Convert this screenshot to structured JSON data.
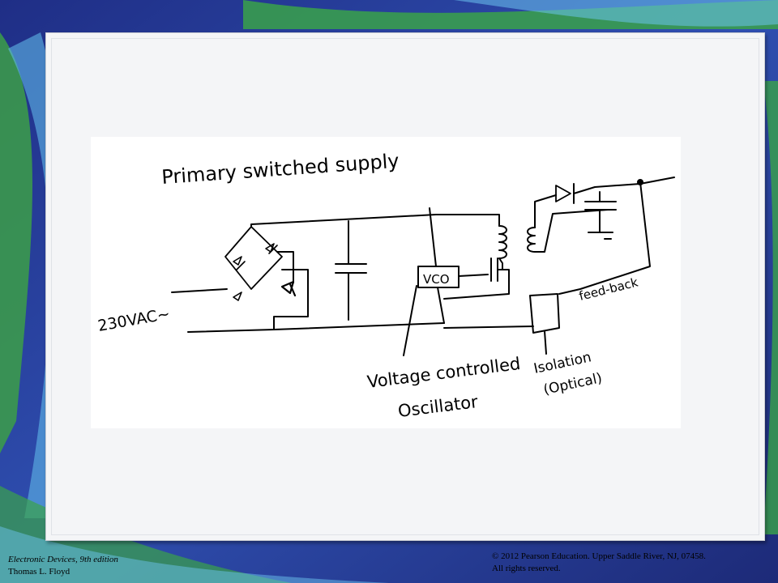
{
  "diagram": {
    "title": "Primary switched supply",
    "labels": {
      "ac_input": "230VAC~",
      "vco_box": "VCO",
      "vco_annotation_line1": "Voltage controlled",
      "vco_annotation_line2": "Oscillator",
      "feedback": "feed-back",
      "isolation_line1": "Isolation",
      "isolation_line2": "(Optical)"
    }
  },
  "footer": {
    "book_title": "Electronic Devices, 9th edition",
    "author": "Thomas L. Floyd",
    "copyright_line1": "© 2012 Pearson Education. Upper Saddle River, NJ,  07458.",
    "copyright_line2": "All rights reserved."
  },
  "colors": {
    "background": "#2a3f9a",
    "accent_green": "#3aa24a",
    "panel": "#f4f5f7",
    "ink": "#000000"
  }
}
